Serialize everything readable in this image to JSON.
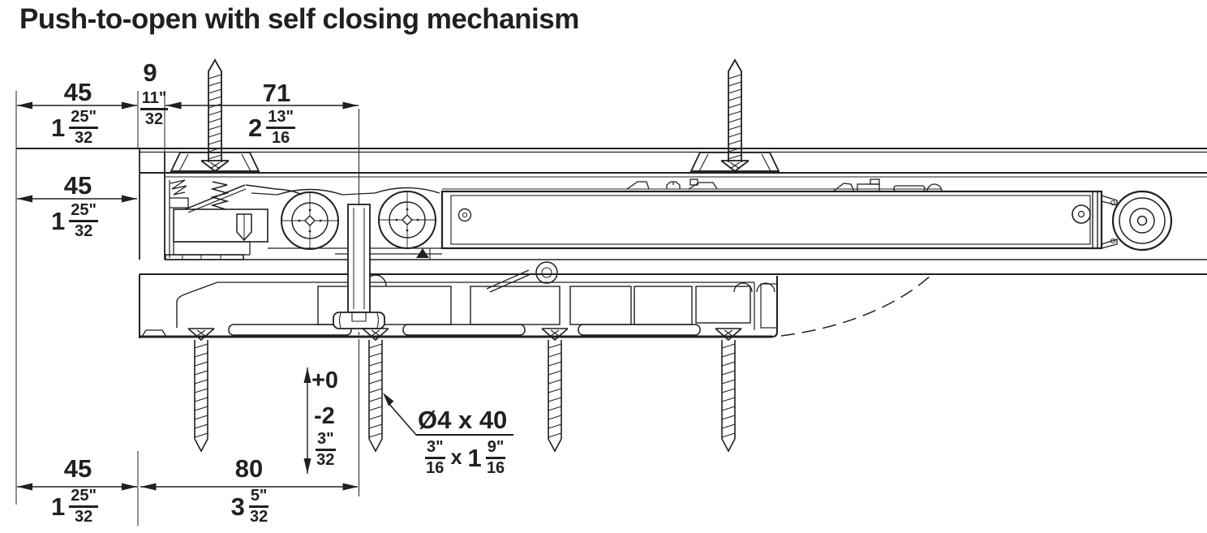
{
  "colors": {
    "ink": "#231f20",
    "background": "#ffffff"
  },
  "title": "Push-to-open with self closing mechanism",
  "annotations": {
    "dim_top_width": {
      "mm": "45",
      "inch": {
        "whole": "1",
        "num": "25\"",
        "den": "32"
      }
    },
    "dim_offset": {
      "mm": "9",
      "inch": {
        "num": "11\"",
        "den": "32"
      }
    },
    "dim_trigger": {
      "mm": "71",
      "inch": {
        "whole": "2",
        "num": "13\"",
        "den": "16"
      }
    },
    "dim_mid_width": {
      "mm": "45",
      "inch": {
        "whole": "1",
        "num": "25\"",
        "den": "32"
      }
    },
    "dim_bottom_width": {
      "mm": "45",
      "inch": {
        "whole": "1",
        "num": "25\"",
        "den": "32"
      }
    },
    "dim_guide": {
      "mm": "80",
      "inch": {
        "whole": "3",
        "num": "5\"",
        "den": "32"
      }
    },
    "tolerance": {
      "plus": "+0",
      "minus": "-2",
      "inch": {
        "num": "3\"",
        "den": "32"
      }
    },
    "screw_spec": {
      "metric": "Ø4 x 40",
      "inch": {
        "num1": "3\"",
        "den1": "16",
        "times": "x",
        "whole": "1",
        "num2": "9\"",
        "den2": "16"
      }
    }
  }
}
